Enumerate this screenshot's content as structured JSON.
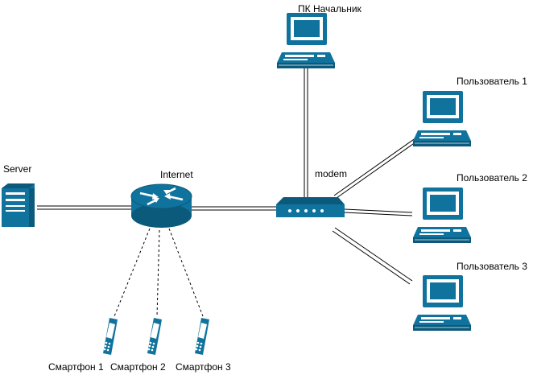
{
  "colors": {
    "device": "#10739e",
    "device_dark": "#0b5a7c",
    "screen": "#ffffff",
    "line": "#000000"
  },
  "nodes": {
    "server": {
      "label": "Server",
      "icon": "server-icon"
    },
    "internet": {
      "label": "Internet",
      "icon": "router-icon"
    },
    "modem": {
      "label": "modem",
      "icon": "modem-icon"
    },
    "pc_boss": {
      "label": "ПК Начальник",
      "icon": "desktop-pc-icon"
    },
    "user1": {
      "label": "Пользователь 1",
      "icon": "desktop-pc-icon"
    },
    "user2": {
      "label": "Пользователь 2",
      "icon": "desktop-pc-icon"
    },
    "user3": {
      "label": "Пользователь 3",
      "icon": "desktop-pc-icon"
    },
    "phone1": {
      "label": "Смартфон 1",
      "icon": "smartphone-icon"
    },
    "phone2": {
      "label": "Смартфон 2",
      "icon": "smartphone-icon"
    },
    "phone3": {
      "label": "Смартфон 3",
      "icon": "smartphone-icon"
    }
  },
  "connections": [
    {
      "from": "server",
      "to": "internet",
      "style": "double"
    },
    {
      "from": "internet",
      "to": "modem",
      "style": "double"
    },
    {
      "from": "modem",
      "to": "pc_boss",
      "style": "double"
    },
    {
      "from": "modem",
      "to": "user1",
      "style": "double"
    },
    {
      "from": "modem",
      "to": "user2",
      "style": "double"
    },
    {
      "from": "modem",
      "to": "user3",
      "style": "double"
    },
    {
      "from": "internet",
      "to": "phone1",
      "style": "dashed"
    },
    {
      "from": "internet",
      "to": "phone2",
      "style": "dashed"
    },
    {
      "from": "internet",
      "to": "phone3",
      "style": "dashed"
    }
  ]
}
